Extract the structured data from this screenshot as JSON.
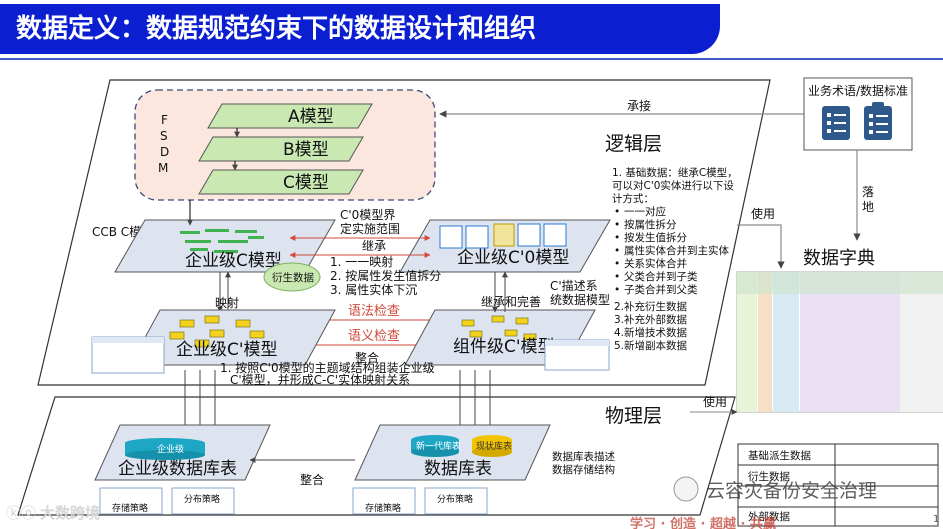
{
  "title": "数据定义：数据规范约束下的数据设计和组织",
  "logical_layer": "逻辑层",
  "physical_layer": "物理层",
  "fsdm": [
    "F",
    "S",
    "D",
    "M"
  ],
  "models": {
    "a": "A模型",
    "b": "B模型",
    "c": "C模型"
  },
  "ccb_label": "CCB C模型",
  "enterprise_c": "企业级C模型",
  "enterprise_c0": "企业级C'0模型",
  "enterprise_cprime": "企业级C'模型",
  "component_cprime": "组件级C'模型",
  "c0_boundary": "C'0模型界定实施范围",
  "inherit": "继承",
  "derived_data": "衍生数据",
  "c0_mapping": [
    "1.  一一映射",
    "2.  按属性发生值拆分",
    "3.  属性实体下沉"
  ],
  "syntax_check": "语法检查",
  "semantic_check": "语义检查",
  "integrate": "整合",
  "mapping": "映射",
  "inherit_improve": "继承和完善",
  "c_desc_model": "C'描述系统数据模型",
  "c_cc_mapping": [
    "1. 按照C'0模型的主题域结构组装企业级",
    "C'模型，并形成C-C'实体映射关系"
  ],
  "basic_data_notes": [
    "1. 基础数据：继承C模型，",
    "可以对C'0实体进行以下设",
    "计方式："
  ],
  "design_bullets": [
    "一一对应",
    "按属性拆分",
    "按发生值拆分",
    "属性实体合并到主实体",
    "关系实体合并",
    "父类合并到子类",
    "子类合并到父类"
  ],
  "supplement_list": [
    "2.补充衍生数据",
    "3.补充外部数据",
    "4.新增技术数据",
    "5.新增副本数据"
  ],
  "business_terms": "业务术语/数据标准",
  "inherit_accept": "承接",
  "landing": [
    "落",
    "地"
  ],
  "use": "使用",
  "data_dictionary": "数据字典",
  "enterprise_db": "企业级数据库表",
  "db_tables": "数据库表",
  "db_desc": [
    "数据库表描述",
    "数据存储结构"
  ],
  "cyl_enterprise": "企业级",
  "cyl_new_gen": "新一代库表",
  "cyl_existing": "现状库表",
  "storage_policy": "存储策略",
  "distribution_policy": "分布策略",
  "dict_rows": [
    "基础派生数据",
    "衍生数据",
    "外部数据"
  ],
  "watermark_left": "大数跨境",
  "watermark_right": "云容灾备份安全治理",
  "bottom_slogan": "学习 · 创造 · 超越 · 共赢",
  "page_number": "1",
  "colors": {
    "title_bg": "#0b1fd1",
    "layer_fill": "#ffffff",
    "model_box": "#fbe7de",
    "green_shape": "#c9e8b2",
    "red_arrow": "#c0392b",
    "teal": "#1ea7c5",
    "yellow": "#f2c400"
  }
}
